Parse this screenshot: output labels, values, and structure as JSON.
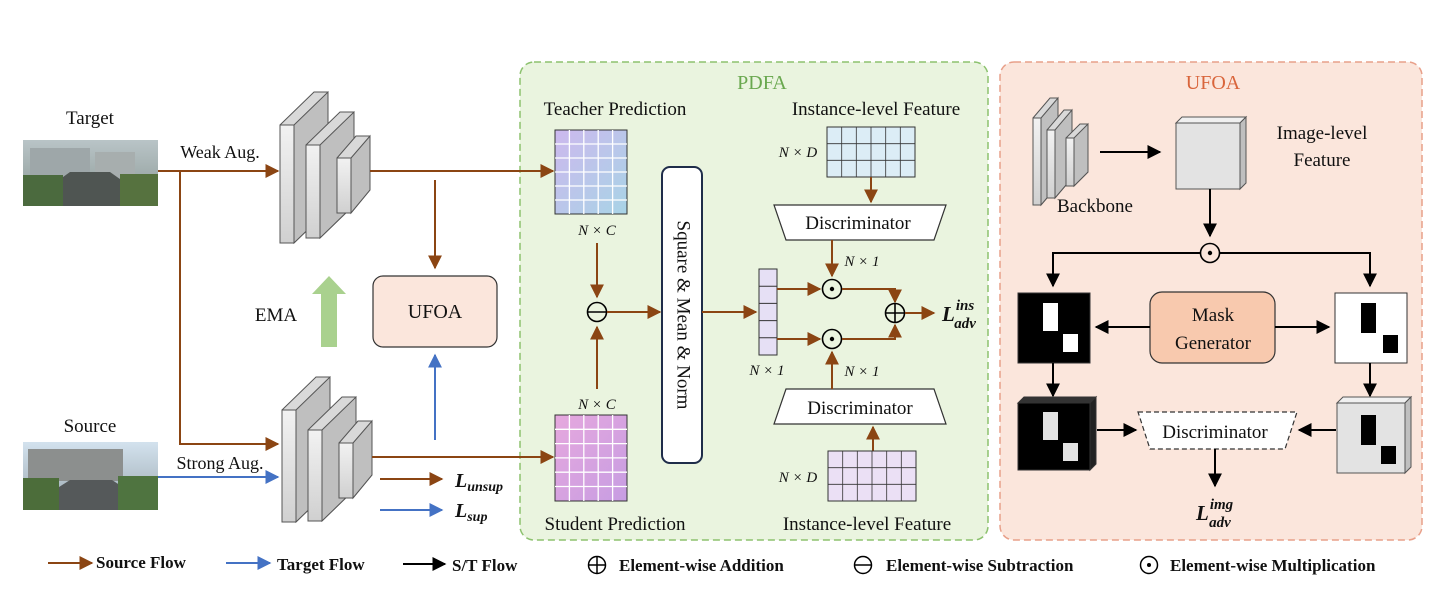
{
  "pdfa": {
    "title": "PDFA",
    "teacher_prediction": "Teacher Prediction",
    "student_prediction": "Student Prediction",
    "instance_feature_top": "Instance-level Feature",
    "instance_feature_bottom": "Instance-level Feature",
    "square_mean_norm": "Square & Mean & Norm",
    "discriminator_top": "Discriminator",
    "discriminator_bottom": "Discriminator",
    "dim_teacher": "N × C",
    "dim_student": "N × C",
    "dim_feature_top": "N × D",
    "dim_feature_bottom": "N × D",
    "dim_vector": "N × 1",
    "dim_disc_top": "N × 1",
    "dim_disc_bottom": "N × 1",
    "loss_ins_base": "L",
    "loss_ins_sup": "ins",
    "loss_ins_sub": "adv"
  },
  "ufoa": {
    "title": "UFOA",
    "backbone": "Backbone",
    "image_feature_line1": "Image-level",
    "image_feature_line2": "Feature",
    "mask_generator_line1": "Mask",
    "mask_generator_line2": "Generator",
    "discriminator": "Discriminator",
    "loss_img_base": "L",
    "loss_img_sup": "img",
    "loss_img_sub": "adv"
  },
  "left": {
    "target": "Target",
    "source": "Source",
    "weak_aug": "Weak Aug.",
    "strong_aug": "Strong Aug.",
    "ema": "EMA",
    "ufoa_box": "UFOA",
    "loss_unsup_base": "L",
    "loss_unsup_sub": "unsup",
    "loss_sup_base": "L",
    "loss_sup_sub": "sup"
  },
  "legend": {
    "source_flow": "Source Flow",
    "target_flow": "Target Flow",
    "st_flow": "S/T Flow",
    "addition": "Element-wise Addition",
    "subtraction": "Element-wise Subtraction",
    "multiplication": "Element-wise Multiplication"
  },
  "colors": {
    "source_flow": "#8B4513",
    "target_flow": "#4472C4",
    "st_flow": "#000000",
    "pdfa_bg": "#EAF4DF",
    "pdfa_border": "#8DC26F",
    "pdfa_title": "#6AA84F",
    "ufoa_bg": "#FBE6DC",
    "ufoa_border": "#E8A08A",
    "ufoa_title": "#D9653B",
    "ema_arrow": "#A9D18E"
  }
}
